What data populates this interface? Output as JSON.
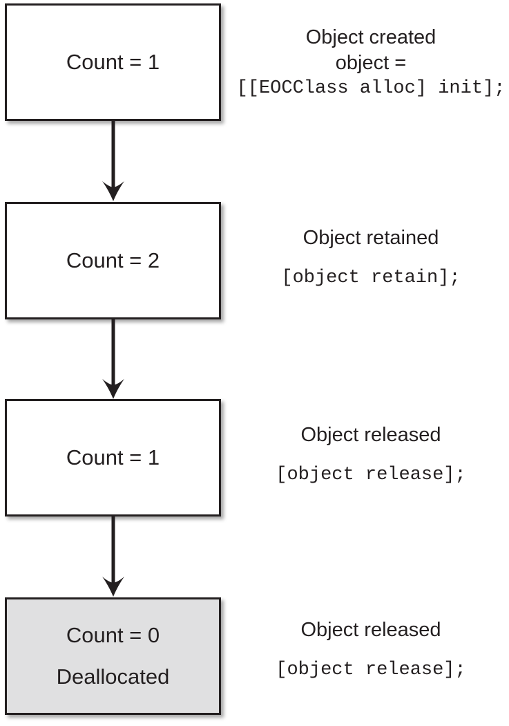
{
  "colors": {
    "box_border": "#231f20",
    "box_fill": "#ffffff",
    "deallocated_box_fill": "#e0e0e1",
    "text": "#231f20",
    "arrow": "#231f20"
  },
  "steps": [
    {
      "box_line1": "Count = 1",
      "label_line1": "Object created",
      "label_line2": "object =",
      "code": "[[EOCClass alloc] init];"
    },
    {
      "box_line1": "Count = 2",
      "label_line1": "Object retained",
      "code": "[object retain];"
    },
    {
      "box_line1": "Count = 1",
      "label_line1": "Object released",
      "code": "[object release];"
    },
    {
      "box_line1": "Count = 0",
      "box_line2": "Deallocated",
      "label_line1": "Object released",
      "code": "[object release];"
    }
  ]
}
